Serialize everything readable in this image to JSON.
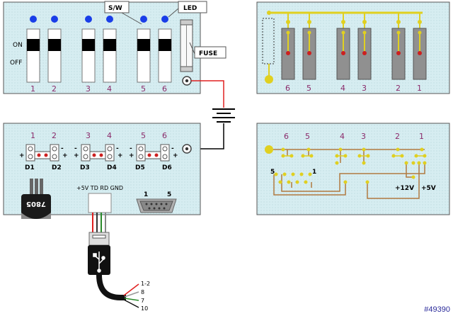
{
  "panels": {
    "switch_panel": {
      "switch_numbers": [
        "1",
        "2",
        "3",
        "4",
        "5",
        "6"
      ],
      "on_label": "ON",
      "off_label": "OFF",
      "callout_sw": "S/W",
      "callout_led": "LED",
      "callout_fuse": "FUSE"
    },
    "top_right_panel": {
      "numbers": [
        "6",
        "5",
        "4",
        "3",
        "2",
        "1"
      ]
    },
    "bottom_left_panel": {
      "header_numbers": [
        "1",
        "2",
        "3",
        "4",
        "5",
        "6"
      ],
      "diode_labels": [
        "D1",
        "D2",
        "D3",
        "D4",
        "D5",
        "D6"
      ],
      "plus": "+",
      "minus": "-",
      "regulator_label": "7805",
      "serial_header": "+5V TD RD GND",
      "db9_pin_left": "1",
      "db9_pin_right": "5",
      "wire_labels": [
        "1-2",
        "8",
        "7",
        "10"
      ]
    },
    "bottom_right_panel": {
      "numbers": [
        "6",
        "5",
        "4",
        "3",
        "2",
        "1"
      ],
      "pin_left": "5",
      "pin_right": "1",
      "v12": "+12V",
      "v5": "+5V"
    }
  },
  "watermark": "#49390",
  "colors": {
    "panel_fill": "#d4ecf0",
    "led_blue": "#1a3ee8",
    "trace_yellow": "#e0d020",
    "trace_brown": "#b07a40",
    "wire_red": "#e02020",
    "dot_red": "#cc2020",
    "title_purple": "#8a2a6a"
  }
}
